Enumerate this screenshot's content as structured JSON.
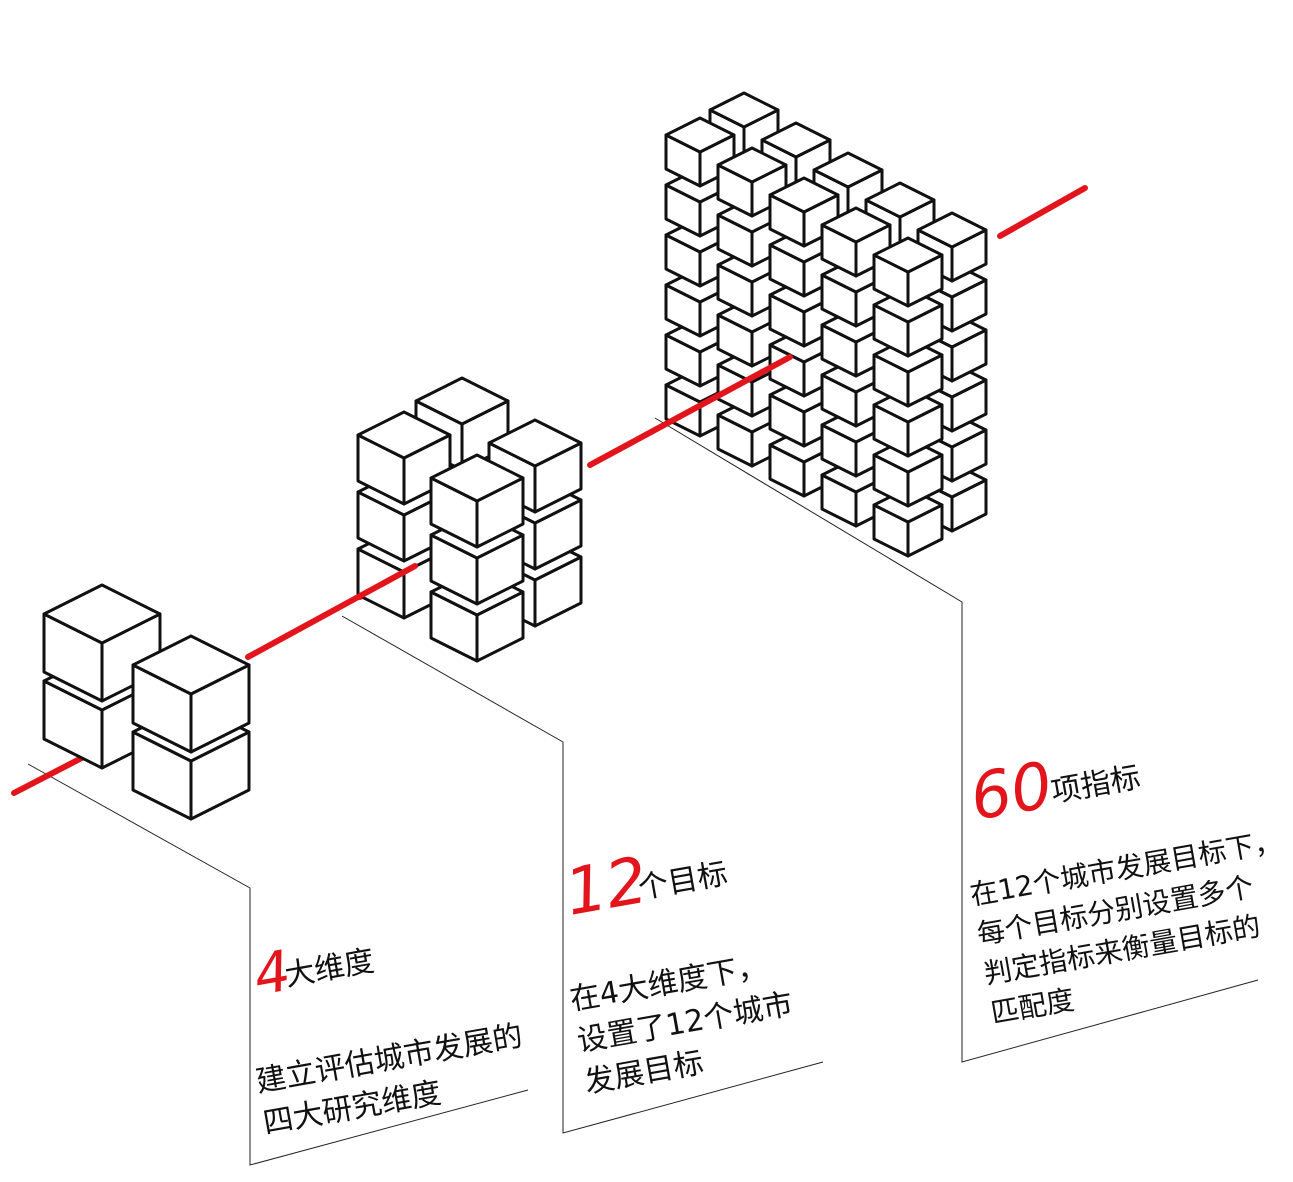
{
  "stages": [
    {
      "number": "4",
      "title": "大维度",
      "description": [
        "建立评估城市发展的",
        "四大研究维度"
      ]
    },
    {
      "number": "12",
      "title": "个目标",
      "description": [
        "在4大维度下，",
        "设置了12个城市",
        "发展目标"
      ]
    },
    {
      "number": "60",
      "title": "项指标",
      "description": [
        "在12个城市发展目标下，",
        "每个目标分别设置多个",
        "判定指标来衡量目标的",
        "匹配度"
      ]
    }
  ],
  "colors": {
    "accent": "#e3151c",
    "line": "#111111",
    "background": "#ffffff"
  }
}
